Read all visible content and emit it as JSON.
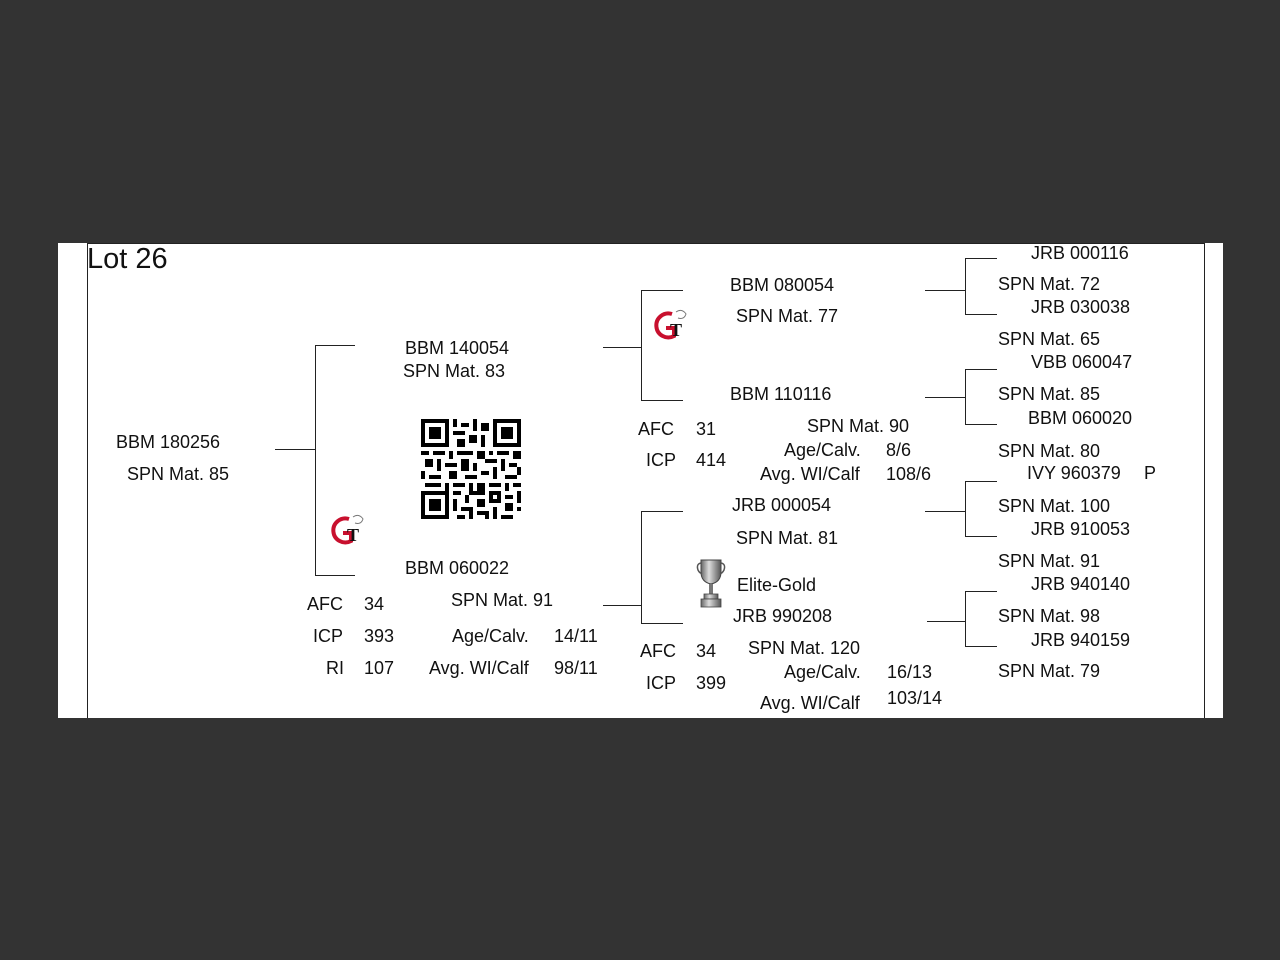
{
  "lot": "Lot 26",
  "animal": {
    "id": "BBM 180256",
    "spn": "SPN Mat. 85"
  },
  "sire": {
    "id": "BBM 140054",
    "spn": "SPN Mat. 83",
    "sire": {
      "id": "BBM 080054",
      "spn": "SPN Mat. 77",
      "sire": {
        "id": "JRB 000116",
        "spn": "SPN Mat. 72"
      },
      "dam": {
        "id": "JRB 030038",
        "spn": "SPN Mat. 65"
      }
    },
    "dam": {
      "id": "BBM 110116",
      "spn": "SPN Mat. 90",
      "sire": {
        "id": "VBB 060047",
        "spn": "SPN Mat. 85"
      },
      "dam": {
        "id": "BBM 060020",
        "spn": "SPN Mat. 80"
      }
    },
    "afc_label": "AFC",
    "afc": "31",
    "icp_label": "ICP",
    "icp": "414",
    "age_label": "Age/Calv.",
    "age": "8/6",
    "avg_label": "Avg. WI/Calf",
    "avg": "108/6"
  },
  "dam": {
    "id": "BBM 060022",
    "spn": "SPN Mat. 91",
    "afc_label": "AFC",
    "afc": "34",
    "icp_label": "ICP",
    "icp": "393",
    "ri_label": "RI",
    "ri": "107",
    "age_label": "Age/Calv.",
    "age": "14/11",
    "avg_label": "Avg. WI/Calf",
    "avg": "98/11",
    "sire": {
      "id": "JRB 000054",
      "spn": "SPN Mat. 81",
      "sire": {
        "id": "IVY 960379",
        "flag": "P",
        "spn": "SPN Mat. 100"
      },
      "dam": {
        "id": "JRB 910053",
        "spn": "SPN Mat. 91"
      }
    },
    "award": "Elite-Gold",
    "dam": {
      "id": "JRB 990208",
      "spn": "SPN Mat. 120",
      "sire": {
        "id": "JRB 940140",
        "spn": "SPN Mat. 98"
      },
      "dam": {
        "id": "JRB 940159",
        "spn": "SPN Mat. 79"
      }
    },
    "afc2_label": "AFC",
    "afc2": "34",
    "icp2_label": "ICP",
    "icp2": "399",
    "age2_label": "Age/Calv.",
    "age2": "16/13",
    "avg2_label": "Avg. WI/Calf",
    "avg2": "103/14"
  },
  "icons": {
    "logo": "gt-logo-icon",
    "qr": "qr-code-icon",
    "trophy": "trophy-icon"
  },
  "colors": {
    "background": "#333333",
    "sheet": "#ffffff",
    "logo_red": "#c8102e"
  }
}
